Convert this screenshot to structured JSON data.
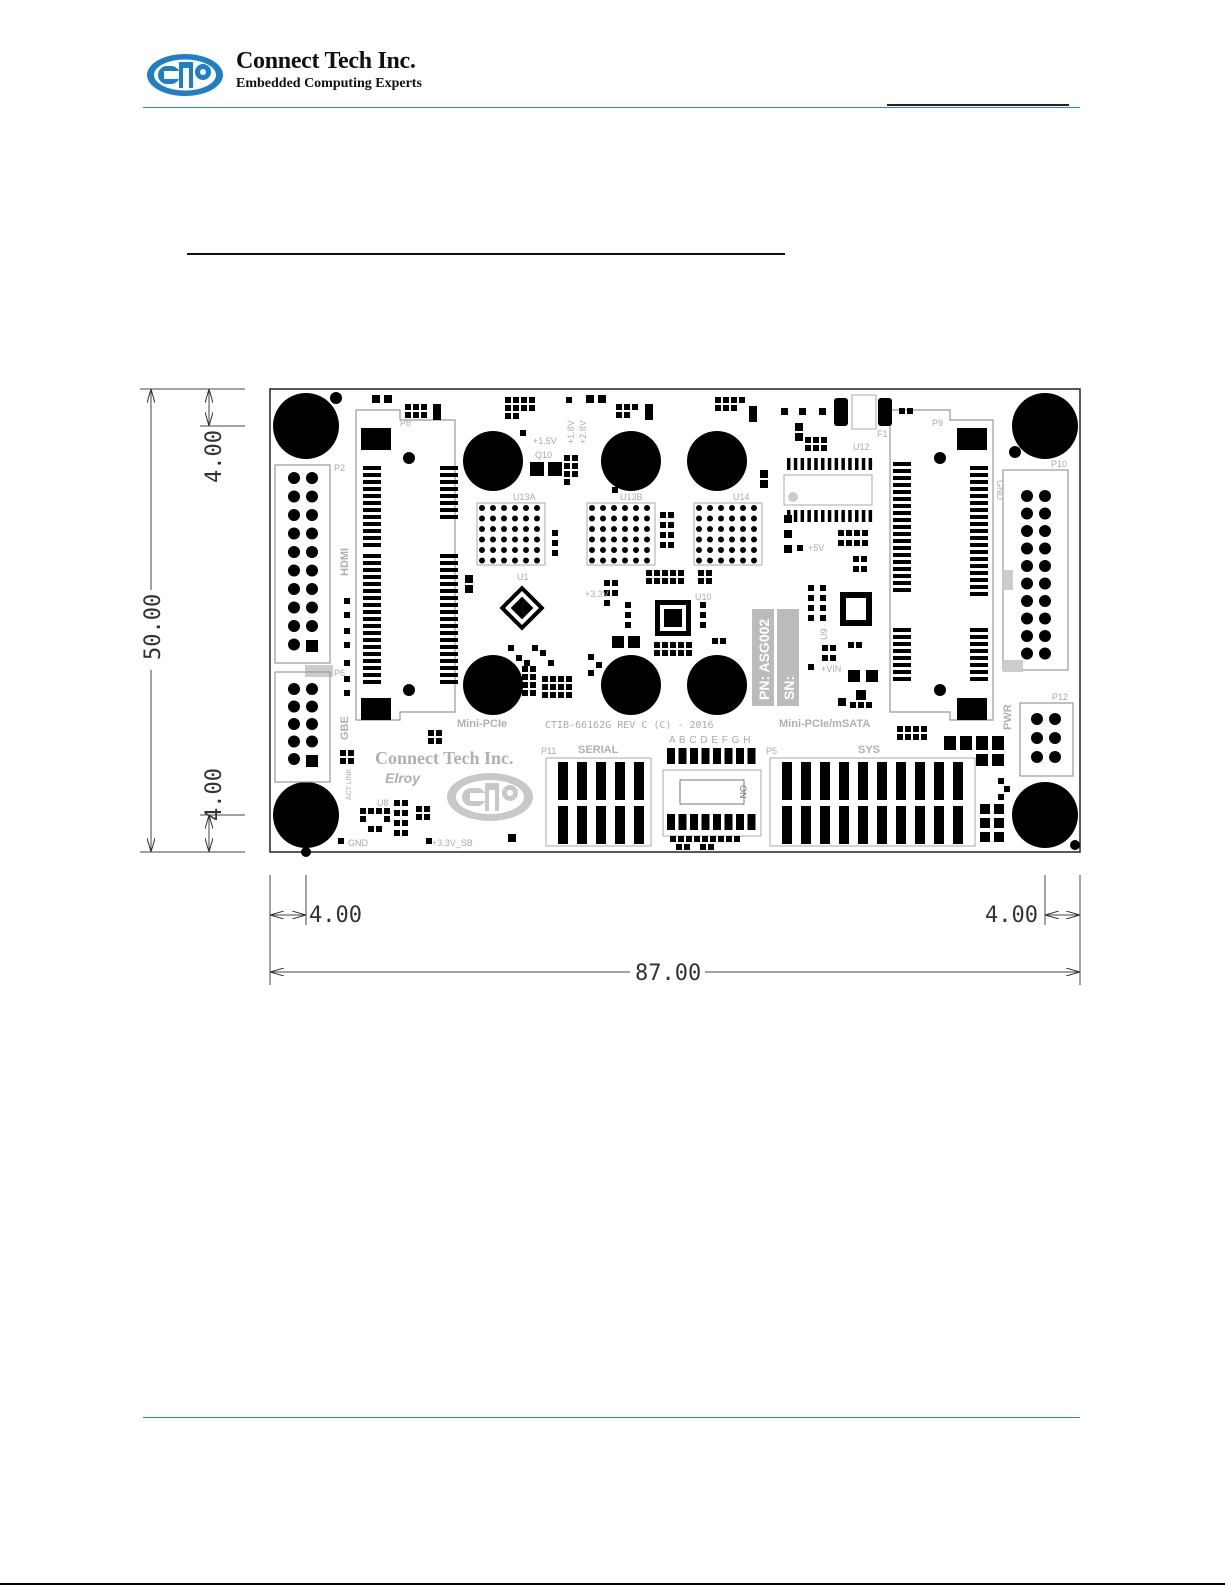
{
  "header": {
    "company": "Connect Tech Inc.",
    "tagline": "Embedded Computing Experts"
  },
  "dimensions": {
    "top_offset": "4.00",
    "height": "50.00",
    "bottom_offset": "4.00",
    "left_offset": "4.00",
    "right_offset": "4.00",
    "width": "87.00"
  },
  "board": {
    "pn_label": "PN: ASG002",
    "sn_label": "SN:",
    "rev_text": "CTIB-66162G REV C (C) - 2016",
    "silk_company": "Connect Tech Inc.",
    "silk_product": "Elroy",
    "labels": {
      "p2": "P2",
      "p8": "P8",
      "p9": "P9",
      "p10": "P10",
      "p6": "P6",
      "p11": "P11",
      "p5": "P5",
      "p12": "P12",
      "hdmi": "HDMI",
      "gbe": "GBE",
      "serial": "SERIAL",
      "sys": "SYS",
      "pwr": "PWR",
      "mini_pcie": "Mini-PCIe",
      "mini_pcie_msata": "Mini-PCIe/mSATA",
      "u1": "U1",
      "u10": "U10",
      "u12": "U12",
      "u13a": "U13A",
      "u13b": "U13B",
      "u14": "U14",
      "u8": "U8",
      "u9": "U9",
      "f1": "F1",
      "q10": "Q10",
      "v15": "+1.5V",
      "v18": "+1.8V",
      "v28": "+2.8V",
      "v33": "+3.3V",
      "v5": "+5V",
      "vin": "+VIN",
      "gnd_top": "GND",
      "gnd_bot": "GND",
      "v33sb": "+3.3V_SB",
      "act_link": "ACT LINK",
      "leds": "A B C D E F G H",
      "on": "ON"
    }
  }
}
